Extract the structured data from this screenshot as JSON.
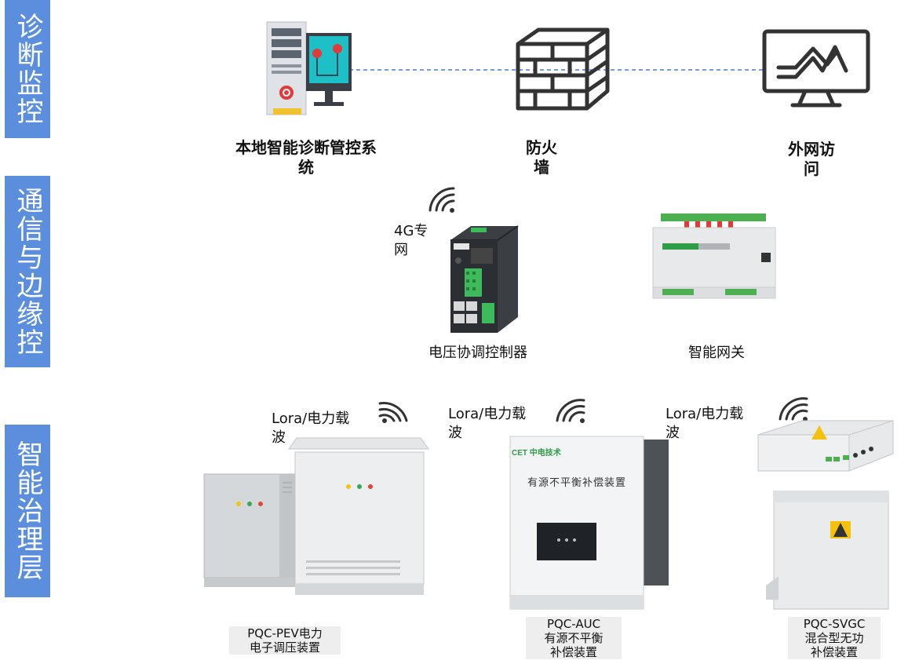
{
  "layers": {
    "diagnosis": "诊断监控",
    "comm": "通信与边缘控",
    "governance": "智能治理层"
  },
  "top": {
    "local_system": {
      "line1": "本地智能诊断管控系",
      "line2": "统"
    },
    "firewall": {
      "line1": "防火",
      "line2": "墙"
    },
    "external": {
      "line1": "外网访",
      "line2": "问"
    }
  },
  "middle": {
    "network": {
      "line1": "4G专",
      "line2": "网"
    },
    "controller": "电压协调控制器",
    "gateway": "智能网关"
  },
  "bottom": {
    "link1": {
      "line1": "Lora/电力载",
      "line2": "波"
    },
    "link2": {
      "line1": "Lora/电力载",
      "line2": "波"
    },
    "link3": {
      "line1": "Lora/电力载",
      "line2": "波"
    },
    "pev": {
      "line1": "PQC-PEV电力",
      "line2": "电子调压装置"
    },
    "auc": {
      "line1": "PQC-AUC",
      "line2": "有源不平衡",
      "line3": "补偿装置",
      "panel_title": "有源不平衡补偿装置",
      "brand": "CET 中电技术"
    },
    "svgc": {
      "line1": "PQC-SVGC",
      "line2": "混合型无功",
      "line3": "补偿装置"
    }
  },
  "colors": {
    "layer_tab": "#5b8fdd",
    "dashed_link": "#4a7bd0",
    "caption_bg": "#eeeeee"
  }
}
